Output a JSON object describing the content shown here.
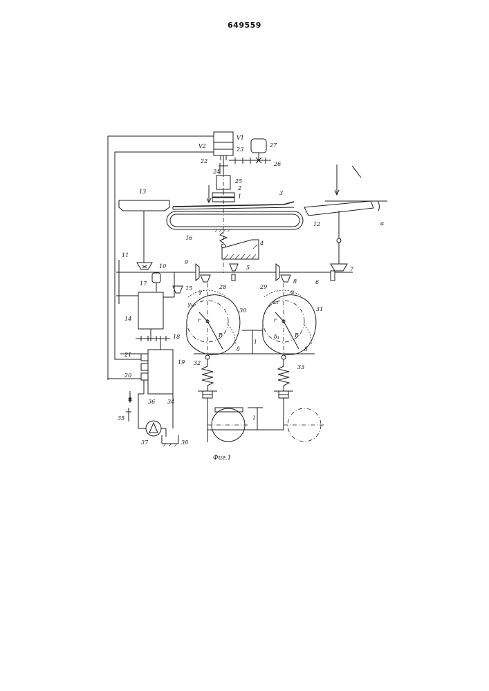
{
  "header": {
    "patent_number": "649559"
  },
  "figure": {
    "caption": "Фиг.1"
  },
  "labels": {
    "l1": "1",
    "l2": "2",
    "l3": "3",
    "l4": "4",
    "l5": "5",
    "l6": "6",
    "l7": "7",
    "l8": "8",
    "l9": "9",
    "l10": "10",
    "l11": "11",
    "l12": "12",
    "l13": "13",
    "l14": "14",
    "l15": "15",
    "l16": "16",
    "l17": "17",
    "l18": "18",
    "l19": "19",
    "l20": "20",
    "l21": "21",
    "l22": "22",
    "l23": "23",
    "l24": "24",
    "l25": "25",
    "l26": "26",
    "l27": "27",
    "l28": "28",
    "l29": "29",
    "l30": "30",
    "l31": "31",
    "l32": "32",
    "l33": "33",
    "l34": "34",
    "l35": "35",
    "l36": "36",
    "l37": "37",
    "l38": "38",
    "v1": "V1",
    "v2": "V2",
    "alpha": "α",
    "alpha1": "α₁",
    "gamma": "γ",
    "gamma1": "γ₁",
    "r_small": "r",
    "r_big": "R",
    "delta": "δ",
    "delta1": "δ₁",
    "l_dim": "l"
  }
}
